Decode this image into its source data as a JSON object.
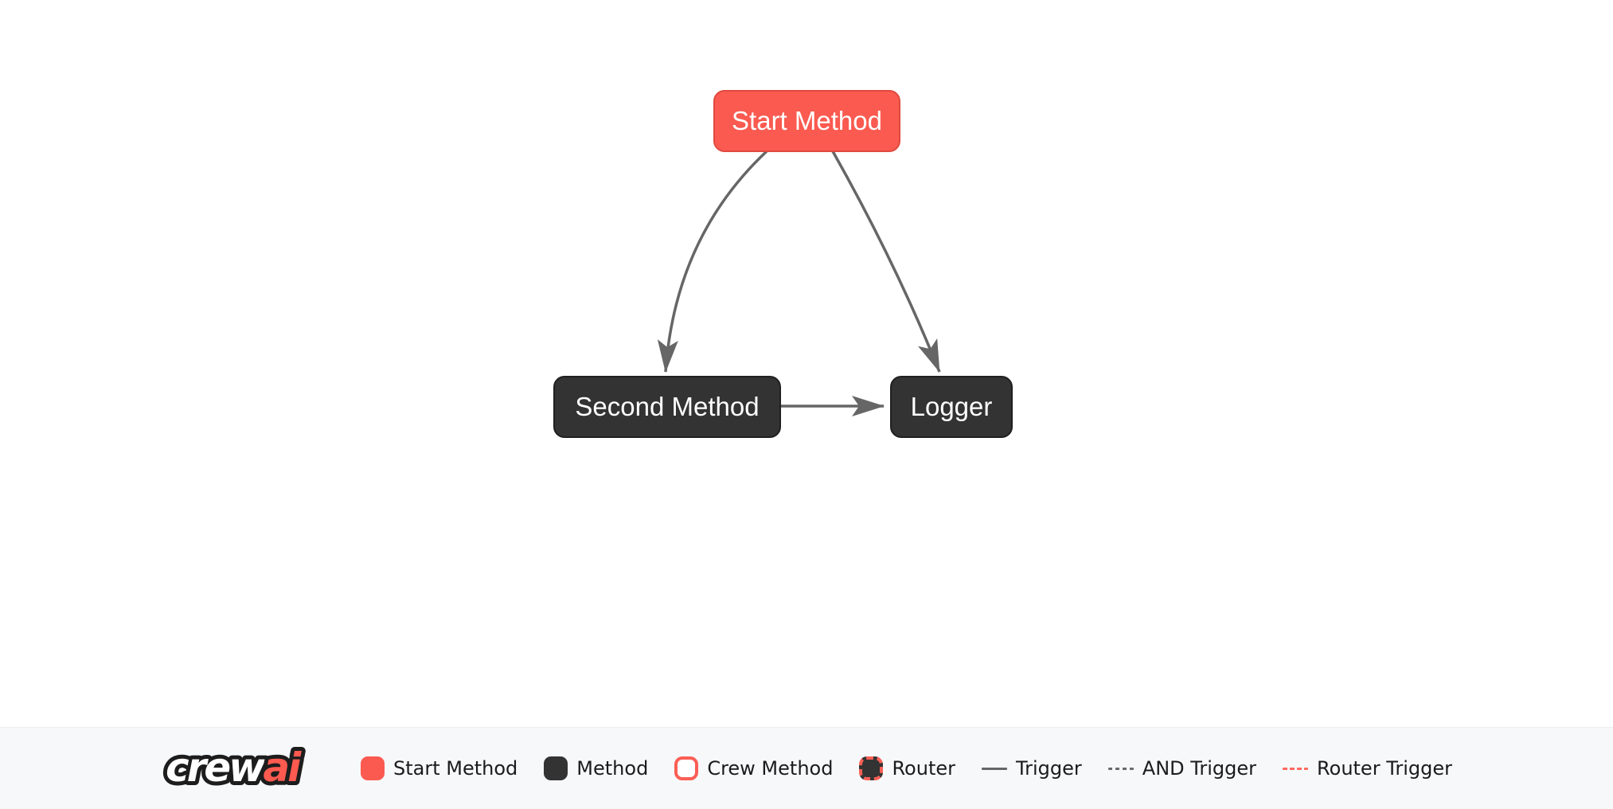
{
  "flow": {
    "nodes": [
      {
        "label": "Start Method",
        "type": "start-method"
      },
      {
        "label": "Second Method",
        "type": "method"
      },
      {
        "label": "Logger",
        "type": "method"
      }
    ],
    "edges": [
      {
        "from": "Start Method",
        "to": "Second Method",
        "type": "trigger"
      },
      {
        "from": "Start Method",
        "to": "Logger",
        "type": "trigger"
      },
      {
        "from": "Second Method",
        "to": "Logger",
        "type": "trigger"
      }
    ]
  },
  "legend": {
    "logo": {
      "crew": "crew",
      "ai": "ai"
    },
    "items": [
      {
        "label": "Start Method",
        "swatch": "start-method-box"
      },
      {
        "label": "Method",
        "swatch": "method-box"
      },
      {
        "label": "Crew Method",
        "swatch": "crew-method-box"
      },
      {
        "label": "Router",
        "swatch": "router-box"
      },
      {
        "label": "Trigger",
        "swatch": "solid-line"
      },
      {
        "label": "AND Trigger",
        "swatch": "dashed-line"
      },
      {
        "label": "Router Trigger",
        "swatch": "dashed-red-line"
      }
    ]
  },
  "colors": {
    "brand_red": "#FF5A50",
    "method_dark": "#333333",
    "edge_gray": "#666666",
    "canvas_bg": "#FFFFFF",
    "legend_bg": "#F7F8FA",
    "node_text": "#FFFFFF",
    "legend_text": "#1B1B1B"
  }
}
